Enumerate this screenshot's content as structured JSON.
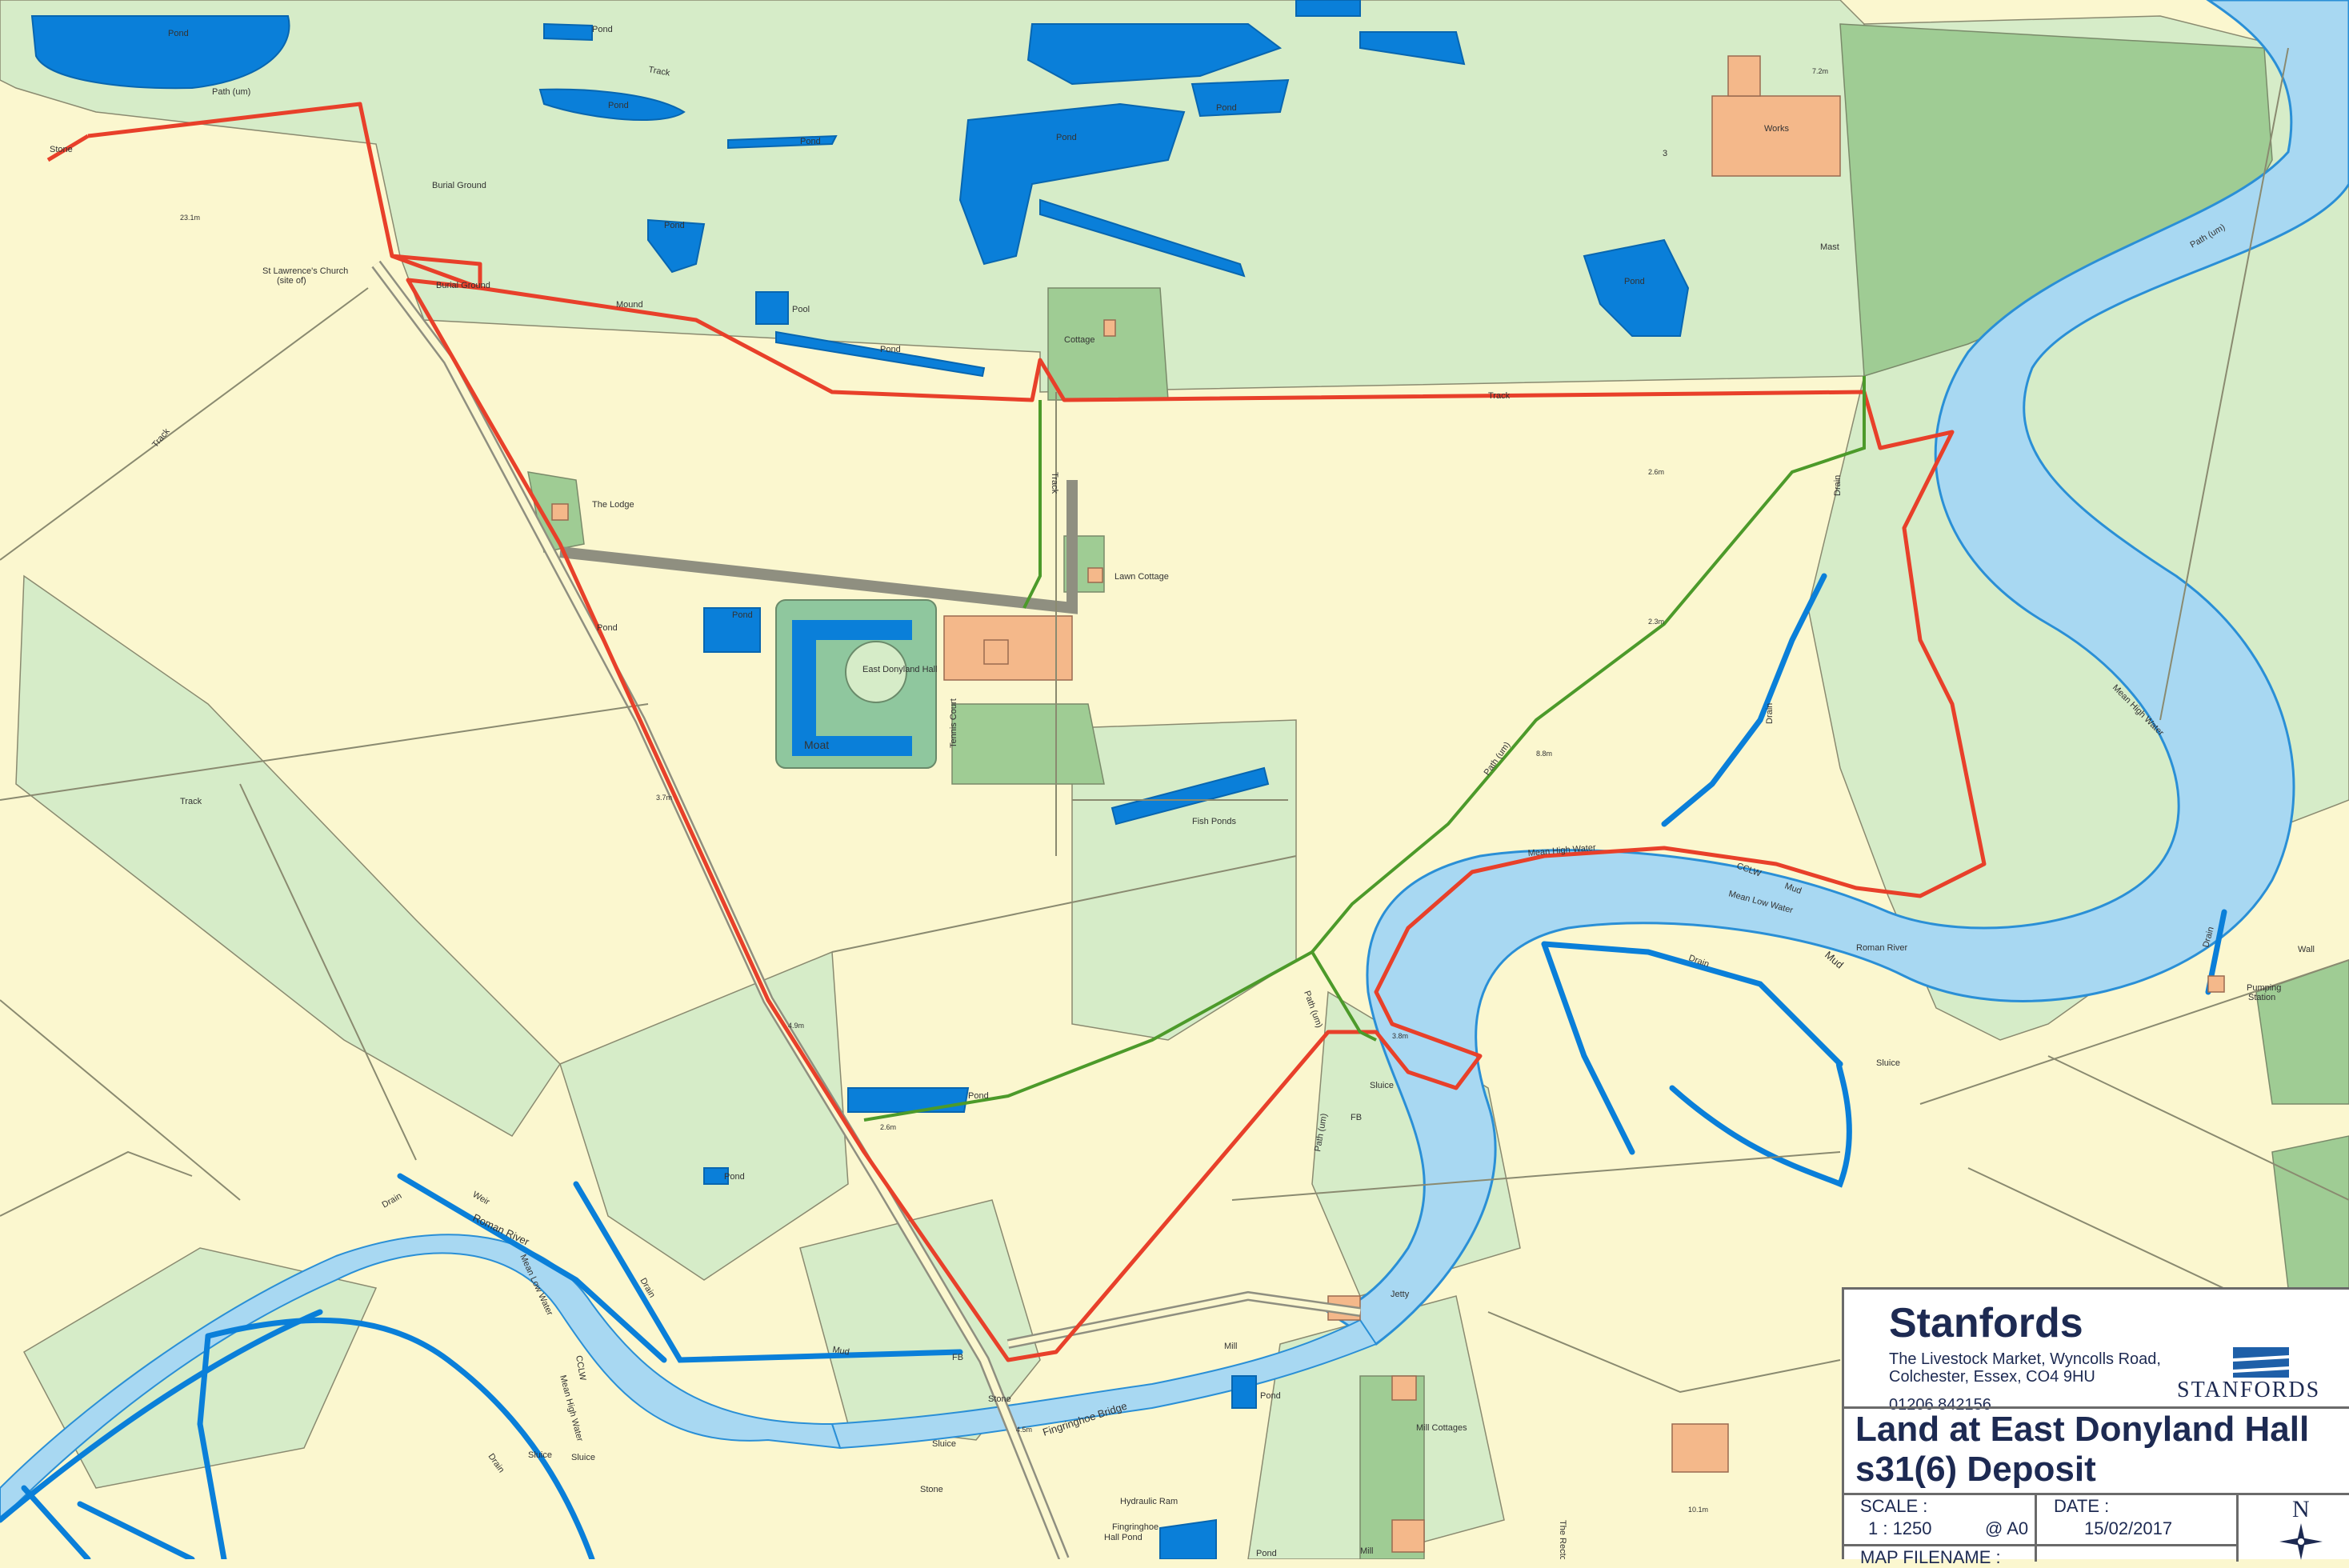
{
  "map": {
    "labels": {
      "pond_nw": "Pond",
      "pond_top": "Pond",
      "pond_top2": "Pond",
      "pond_big": "Pond",
      "pond_mid": "Pond",
      "pond_right": "Pond",
      "pond_e": "Pond",
      "pond_lake": "Pond",
      "pond_hall": "Pond",
      "pond_west": "Pond",
      "pond_south": "Pond",
      "pond_sw": "Pond",
      "pond_mill": "Pond",
      "pond_long": "Pond",
      "pond_lower": "Pond",
      "pool": "Pool",
      "path_nw": "Path (um)",
      "path_ne": "Path (um)",
      "path_green": "Path (um)",
      "path_s1": "Path (um)",
      "path_s2": "Path (um)",
      "track_top": "Track",
      "track_mid": "Track",
      "track_w": "Track",
      "track_sw": "Track",
      "track_v": "Track",
      "stone_nw": "Stone",
      "stone_s": "Stone",
      "stone_s2": "Stone",
      "burial1": "Burial Ground",
      "burial2": "Burial Ground",
      "church": "St Lawrence's Church",
      "church_site": "(site of)",
      "mound": "Mound",
      "cottage": "Cottage",
      "lodge": "The Lodge",
      "lawn_cottage": "Lawn Cottage",
      "hall": "East Donyland Hall",
      "moat": "Moat",
      "tennis": "Tennis Court",
      "fish_ponds": "Fish Ponds",
      "works": "Works",
      "mast": "Mast",
      "drain_ne": "Drain",
      "drain_e": "Drain",
      "drain_s": "Drain",
      "drain_bottom": "Drain",
      "drain_sw": "Drain",
      "drain_lower": "Drain",
      "drain_far": "Drain",
      "roman_river": "Roman River",
      "roman_river_s": "Roman River",
      "mean_high_water": "Mean High Water",
      "mean_high_water2": "Mean High Water",
      "mean_low_water": "Mean Low Water",
      "mean_low_water2": "Mean Low Water",
      "mhw": "Mean High Water",
      "mud": "Mud",
      "mud2": "Mud",
      "mud3": "Mud",
      "cclw": "CCLW",
      "cclw2": "CCLW",
      "sluice1": "Sluice",
      "sluice2": "Sluice",
      "sluice3": "Sluice",
      "sluice4": "Sluice",
      "sluice5": "Sluice",
      "jetty": "Jetty",
      "fb1": "FB",
      "fb2": "FB",
      "fingringhoe_bridge": "Fingringhoe Bridge",
      "pumping": "Pumping",
      "station": "Station",
      "mill": "Mill",
      "mill2": "Mill",
      "mill_cottages": "Mill Cottages",
      "hydraulic_ram": "Hydraulic Ram",
      "fingringhoe": "Fingringhoe",
      "hall_pond": "Hall Pond",
      "wall": "Wall",
      "weir": "Weir",
      "the_rectory": "The Rectory",
      "num3": "3",
      "elev1": "23.1m",
      "elev2": "2.6m",
      "elev3": "4.9m",
      "elev4": "3.7m",
      "elev5": "2.6m",
      "elev6": "7.2m",
      "elev7": "8.8m",
      "elev8": "3.8m",
      "elev9": "4.5m",
      "elev10": "2.3m",
      "elev11": "10.1m"
    }
  },
  "title_block": {
    "company": "Stanfords",
    "address_line1": "The Livestock Market, Wyncolls Road,",
    "address_line2": "Colchester, Essex, CO4 9HU",
    "phone": "01206 842156",
    "logo_word": "STANFORDS",
    "title_line1": "Land at East Donyland Hall",
    "title_line2": "s31(6) Deposit",
    "scale_label": "SCALE :",
    "scale_value": "1 : 1250",
    "paper": "@ A0",
    "date_label": "DATE :",
    "date_value": "15/02/2017",
    "north": "N",
    "filename_label": "MAP FILENAME :"
  },
  "colors": {
    "field": "#fbf7cf",
    "pasture": "#d6ecc8",
    "woodland": "#9fcc94",
    "water": "#0a7fd9",
    "tidal": "#a8d8f2",
    "boundary_red": "#e8402a",
    "path_green": "#4c9a2a"
  }
}
